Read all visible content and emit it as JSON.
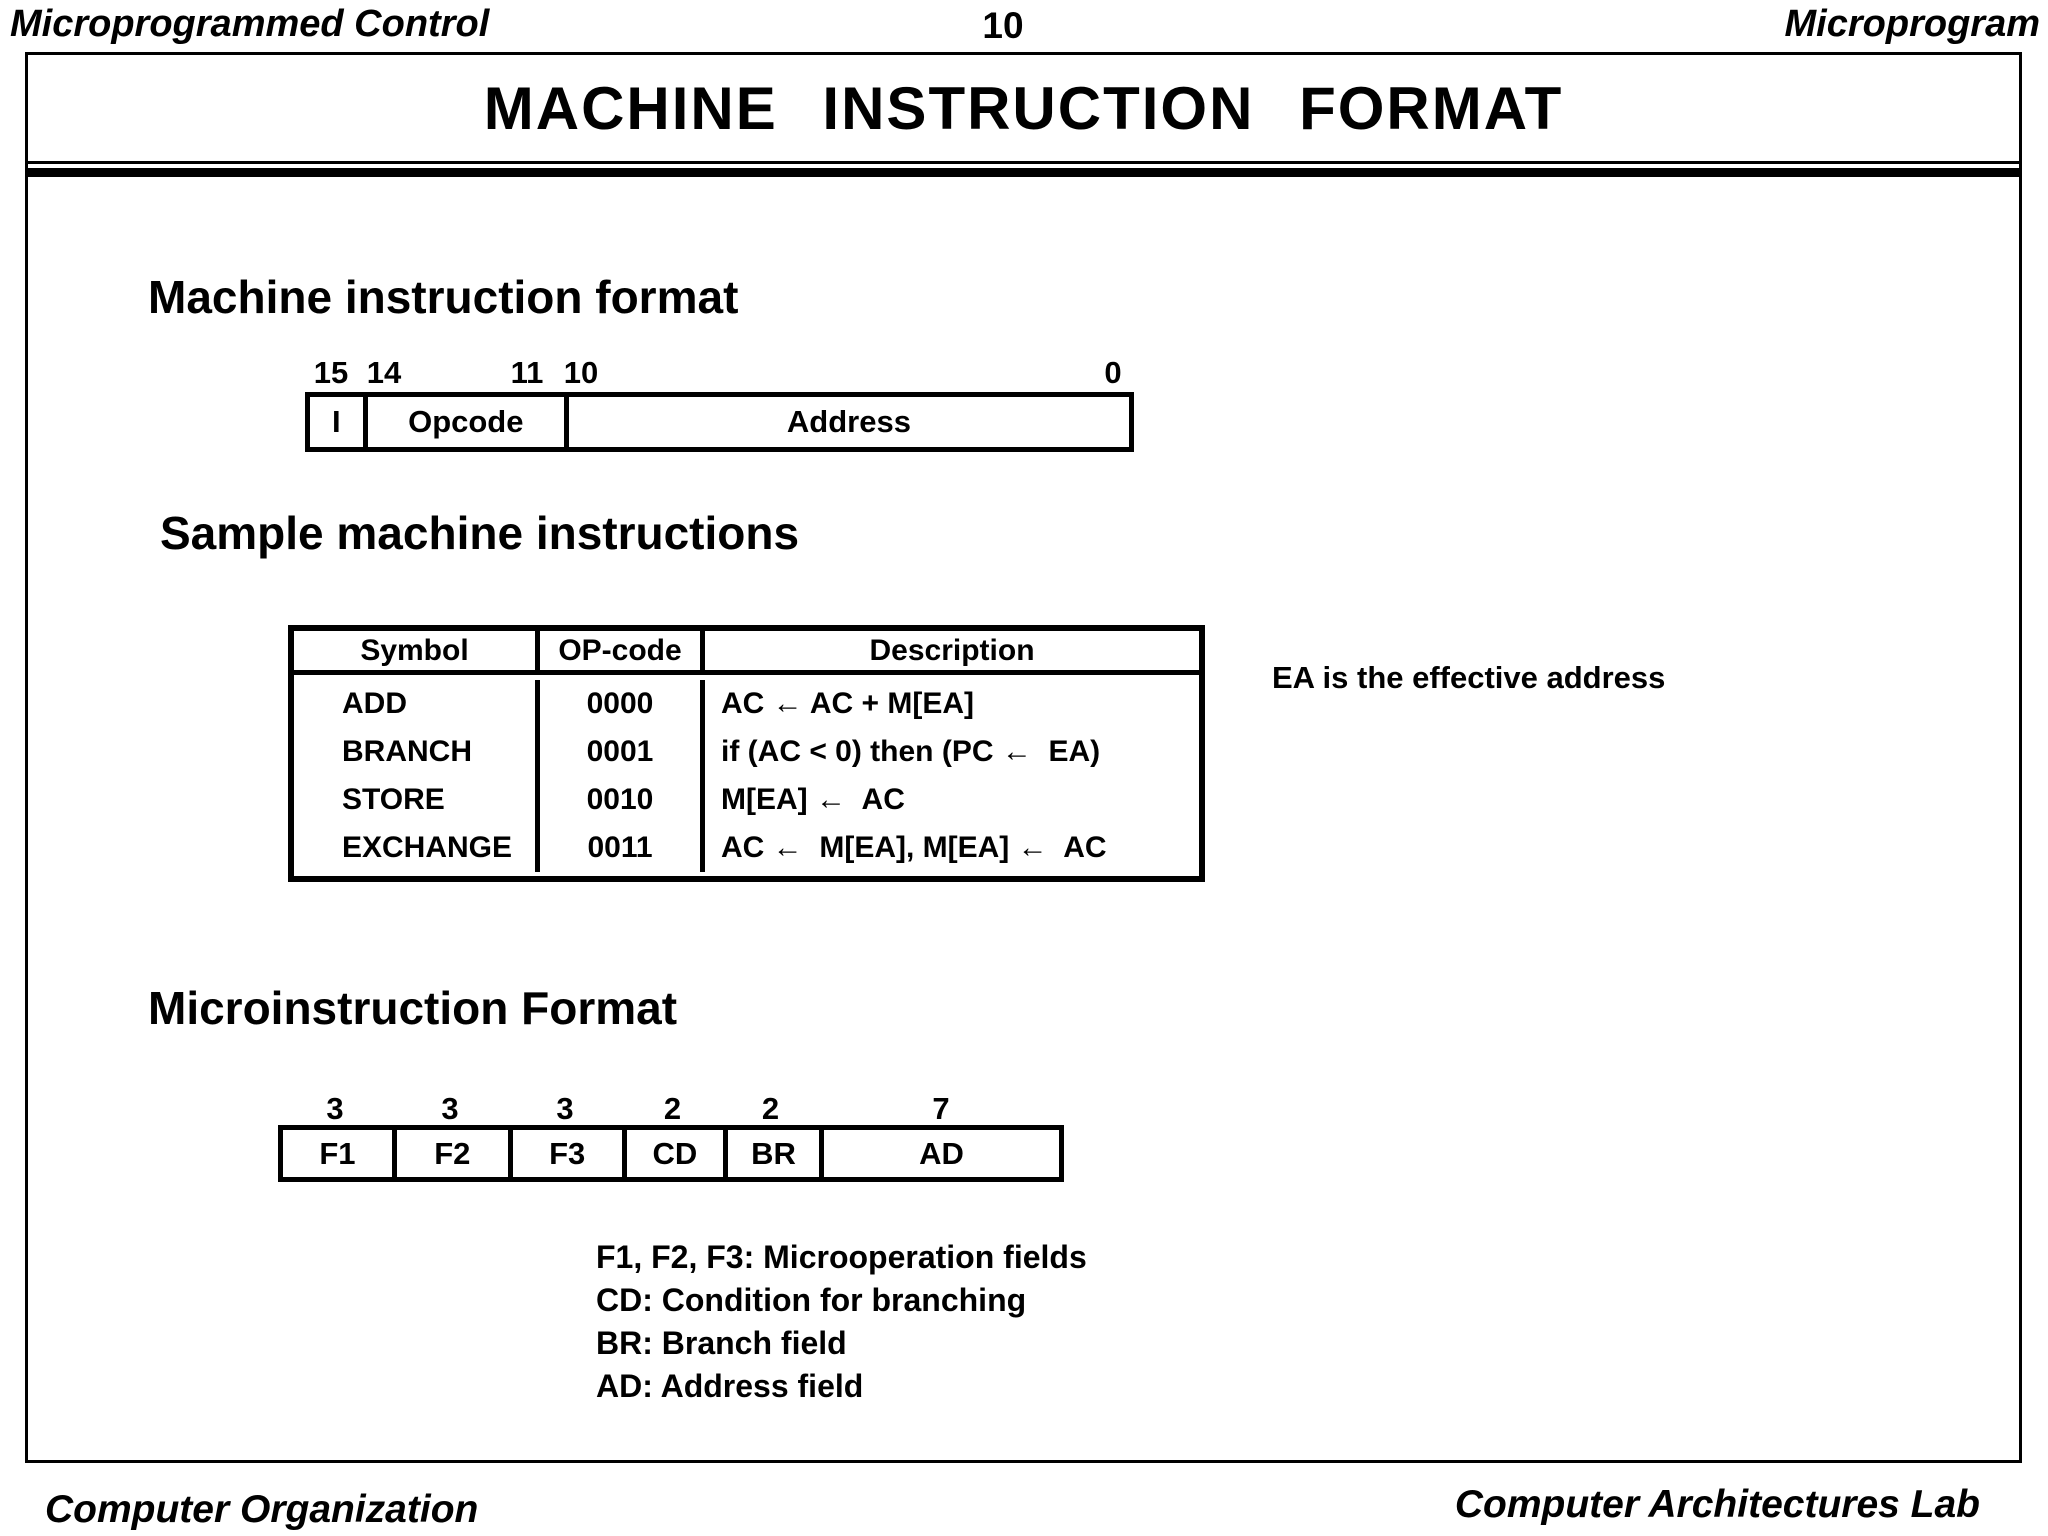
{
  "header": {
    "course": "Microprogrammed Control",
    "page": "10",
    "topic": "Microprogram"
  },
  "title": "MACHINE INSTRUCTION FORMAT",
  "machine_format": {
    "heading": "Machine instruction format",
    "bit_labels": [
      "15",
      "14",
      "11",
      "10",
      "0"
    ],
    "fields": [
      "I",
      "Opcode",
      "Address"
    ]
  },
  "sample": {
    "heading": "Sample machine instructions",
    "note": "EA is the effective address",
    "table": {
      "headers": [
        "Symbol",
        "OP-code",
        "Description"
      ],
      "rows": [
        {
          "symbol": "ADD",
          "opcode": "0000",
          "description": "AC ← AC + M[EA]"
        },
        {
          "symbol": "BRANCH",
          "opcode": "0001",
          "description": "if (AC < 0) then (PC ←  EA)"
        },
        {
          "symbol": "STORE",
          "opcode": "0010",
          "description": "M[EA] ←  AC"
        },
        {
          "symbol": "EXCHANGE",
          "opcode": "0011",
          "description": "AC ←  M[EA], M[EA] ←  AC"
        }
      ]
    }
  },
  "micro_format": {
    "heading": "Microinstruction Format",
    "fields": [
      {
        "bits": "3",
        "label": "F1"
      },
      {
        "bits": "3",
        "label": "F2"
      },
      {
        "bits": "3",
        "label": "F3"
      },
      {
        "bits": "2",
        "label": "CD"
      },
      {
        "bits": "2",
        "label": "BR"
      },
      {
        "bits": "7",
        "label": "AD"
      }
    ],
    "legend": [
      "F1, F2, F3: Microoperation fields",
      "CD: Condition for branching",
      "BR: Branch field",
      "AD: Address field"
    ]
  },
  "footer": {
    "left": "Computer Organization",
    "right": "Computer Architectures Lab"
  }
}
